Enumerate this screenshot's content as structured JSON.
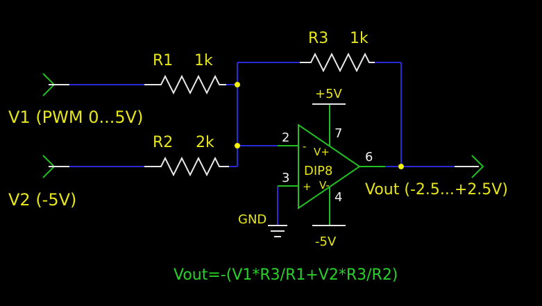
{
  "inputs": {
    "v1": "V1 (PWM 0...5V)",
    "v2": "V2 (-5V)"
  },
  "resistors": {
    "r1": {
      "name": "R1",
      "value": "1k"
    },
    "r2": {
      "name": "R2",
      "value": "2k"
    },
    "r3": {
      "name": "R3",
      "value": "1k"
    }
  },
  "opamp": {
    "package": "DIP8",
    "vplus": "V+",
    "vminus": "V-",
    "pin_inv": "2",
    "pin_noninv": "3",
    "pin_out": "6",
    "pin_vplus": "7",
    "pin_vminus": "4",
    "sign_inv": "-",
    "sign_noninv": "+"
  },
  "supplies": {
    "positive": "+5V",
    "negative": "-5V",
    "ground": "GND"
  },
  "output": {
    "label": "Vout (-2.5...+2.5V)"
  },
  "formula": "Vout=-(V1*R3/R1+V2*R3/R2)",
  "colors": {
    "background": "#000000",
    "wire": "#2a2ad6",
    "component": "#e8e8e8",
    "opamp": "#22c022",
    "label": "#e6e61a",
    "pin_label": "#f0f0f0",
    "junction": "#f2f20a"
  }
}
